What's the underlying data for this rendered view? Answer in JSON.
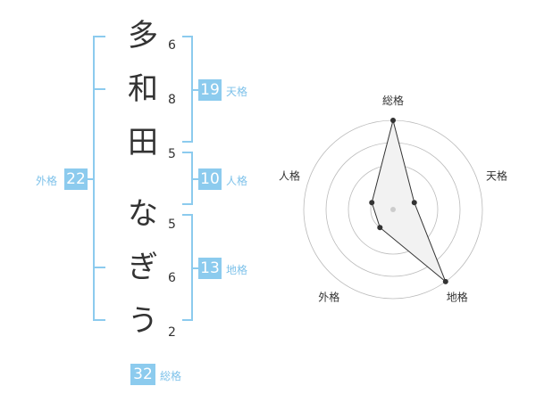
{
  "name": {
    "characters": [
      "多",
      "和",
      "田",
      "な",
      "ぎ",
      "う"
    ],
    "strokes": [
      "6",
      "8",
      "5",
      "5",
      "6",
      "2"
    ]
  },
  "grades": {
    "tenkaku": {
      "value": "19",
      "label": "天格"
    },
    "jinkaku": {
      "value": "10",
      "label": "人格"
    },
    "chikaku": {
      "value": "13",
      "label": "地格"
    },
    "gaikaku": {
      "value": "22",
      "label": "外格"
    },
    "soukaku": {
      "value": "32",
      "label": "総格"
    }
  },
  "chart_data": {
    "type": "radar",
    "axes": [
      "総格",
      "天格",
      "地格",
      "外格",
      "人格"
    ],
    "values": [
      4,
      1,
      4,
      1,
      1
    ],
    "max": 4,
    "rings": 4,
    "colors": {
      "grid": "#bbbbbb",
      "line": "#333333",
      "fill": "#f2f2f2",
      "point": "#333333",
      "center": "#cccccc"
    }
  },
  "colors": {
    "accent": "#8ccbee",
    "accent_text": "#7ec2ea",
    "text": "#333333"
  }
}
